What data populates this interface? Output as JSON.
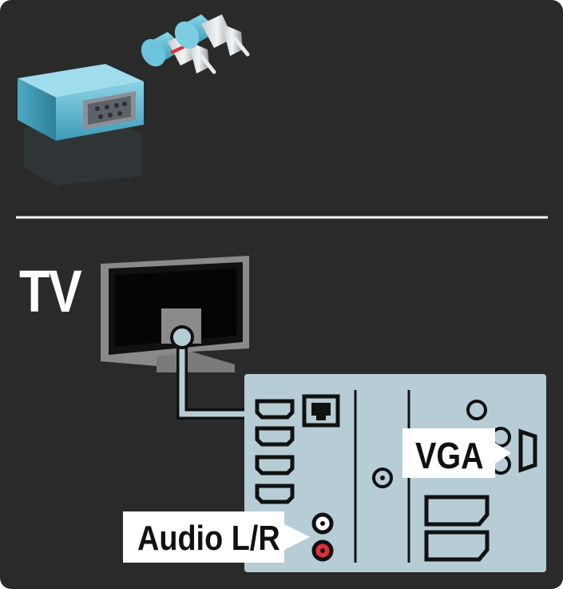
{
  "labels": {
    "tv": "TV",
    "vga": "VGA",
    "audio": "Audio L/R"
  },
  "colors": {
    "background": "#2a2a2a",
    "panel": "#b7cdd6",
    "panel_stroke": "#1a1a1a",
    "cable": "#b7cdd6",
    "audio_red": "#e0303a",
    "callout_bg": "#ffffff",
    "vga_adapter": "#5fb8d0"
  },
  "icons": {
    "adapter": "vga-to-rca-adapter-icon",
    "tv": "tv-back-icon",
    "hdmi": "hdmi-port-icon",
    "ethernet": "ethernet-port-icon",
    "antenna": "antenna-port-icon",
    "audio": "rca-audio-port-icon",
    "vga": "vga-port-icon",
    "scart": "scart-port-icon"
  }
}
